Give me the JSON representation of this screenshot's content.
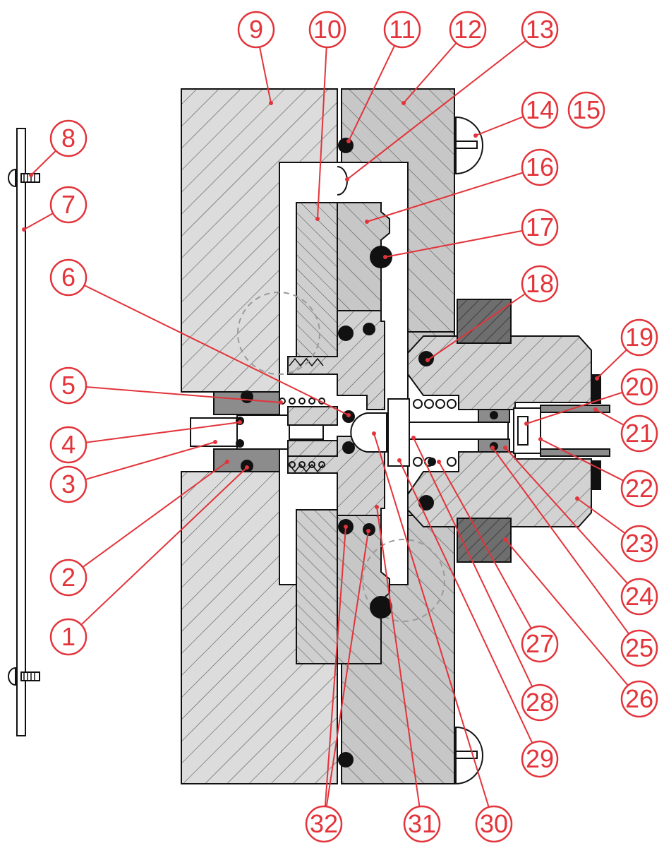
{
  "colors": {
    "callout": "#e2343a",
    "outline": "#111111",
    "body_light": "#dcdcdc",
    "body_mid": "#c7c7c7",
    "body_dark": "#8c8c8c",
    "nut_dark": "#6e6e6e",
    "seal": "#111111",
    "hatch": "#555555",
    "dashed_circle": "#9a9a9a"
  },
  "callouts": [
    {
      "id": "c1",
      "label": "1"
    },
    {
      "id": "c2",
      "label": "2"
    },
    {
      "id": "c3",
      "label": "3"
    },
    {
      "id": "c4",
      "label": "4"
    },
    {
      "id": "c5",
      "label": "5"
    },
    {
      "id": "c6",
      "label": "6"
    },
    {
      "id": "c7",
      "label": "7"
    },
    {
      "id": "c8",
      "label": "8"
    },
    {
      "id": "c9",
      "label": "9"
    },
    {
      "id": "c10",
      "label": "10"
    },
    {
      "id": "c11",
      "label": "11"
    },
    {
      "id": "c12",
      "label": "12"
    },
    {
      "id": "c13",
      "label": "13"
    },
    {
      "id": "c14",
      "label": "14"
    },
    {
      "id": "c15",
      "label": "15"
    },
    {
      "id": "c16",
      "label": "16"
    },
    {
      "id": "c17",
      "label": "17"
    },
    {
      "id": "c18",
      "label": "18"
    },
    {
      "id": "c19",
      "label": "19"
    },
    {
      "id": "c20",
      "label": "20"
    },
    {
      "id": "c21",
      "label": "21"
    },
    {
      "id": "c22",
      "label": "22"
    },
    {
      "id": "c23",
      "label": "23"
    },
    {
      "id": "c24",
      "label": "24"
    },
    {
      "id": "c25",
      "label": "25"
    },
    {
      "id": "c26",
      "label": "26"
    },
    {
      "id": "c27",
      "label": "27"
    },
    {
      "id": "c28",
      "label": "28"
    },
    {
      "id": "c29",
      "label": "29"
    },
    {
      "id": "c30",
      "label": "30"
    },
    {
      "id": "c31",
      "label": "31"
    },
    {
      "id": "c32",
      "label": "32"
    }
  ]
}
